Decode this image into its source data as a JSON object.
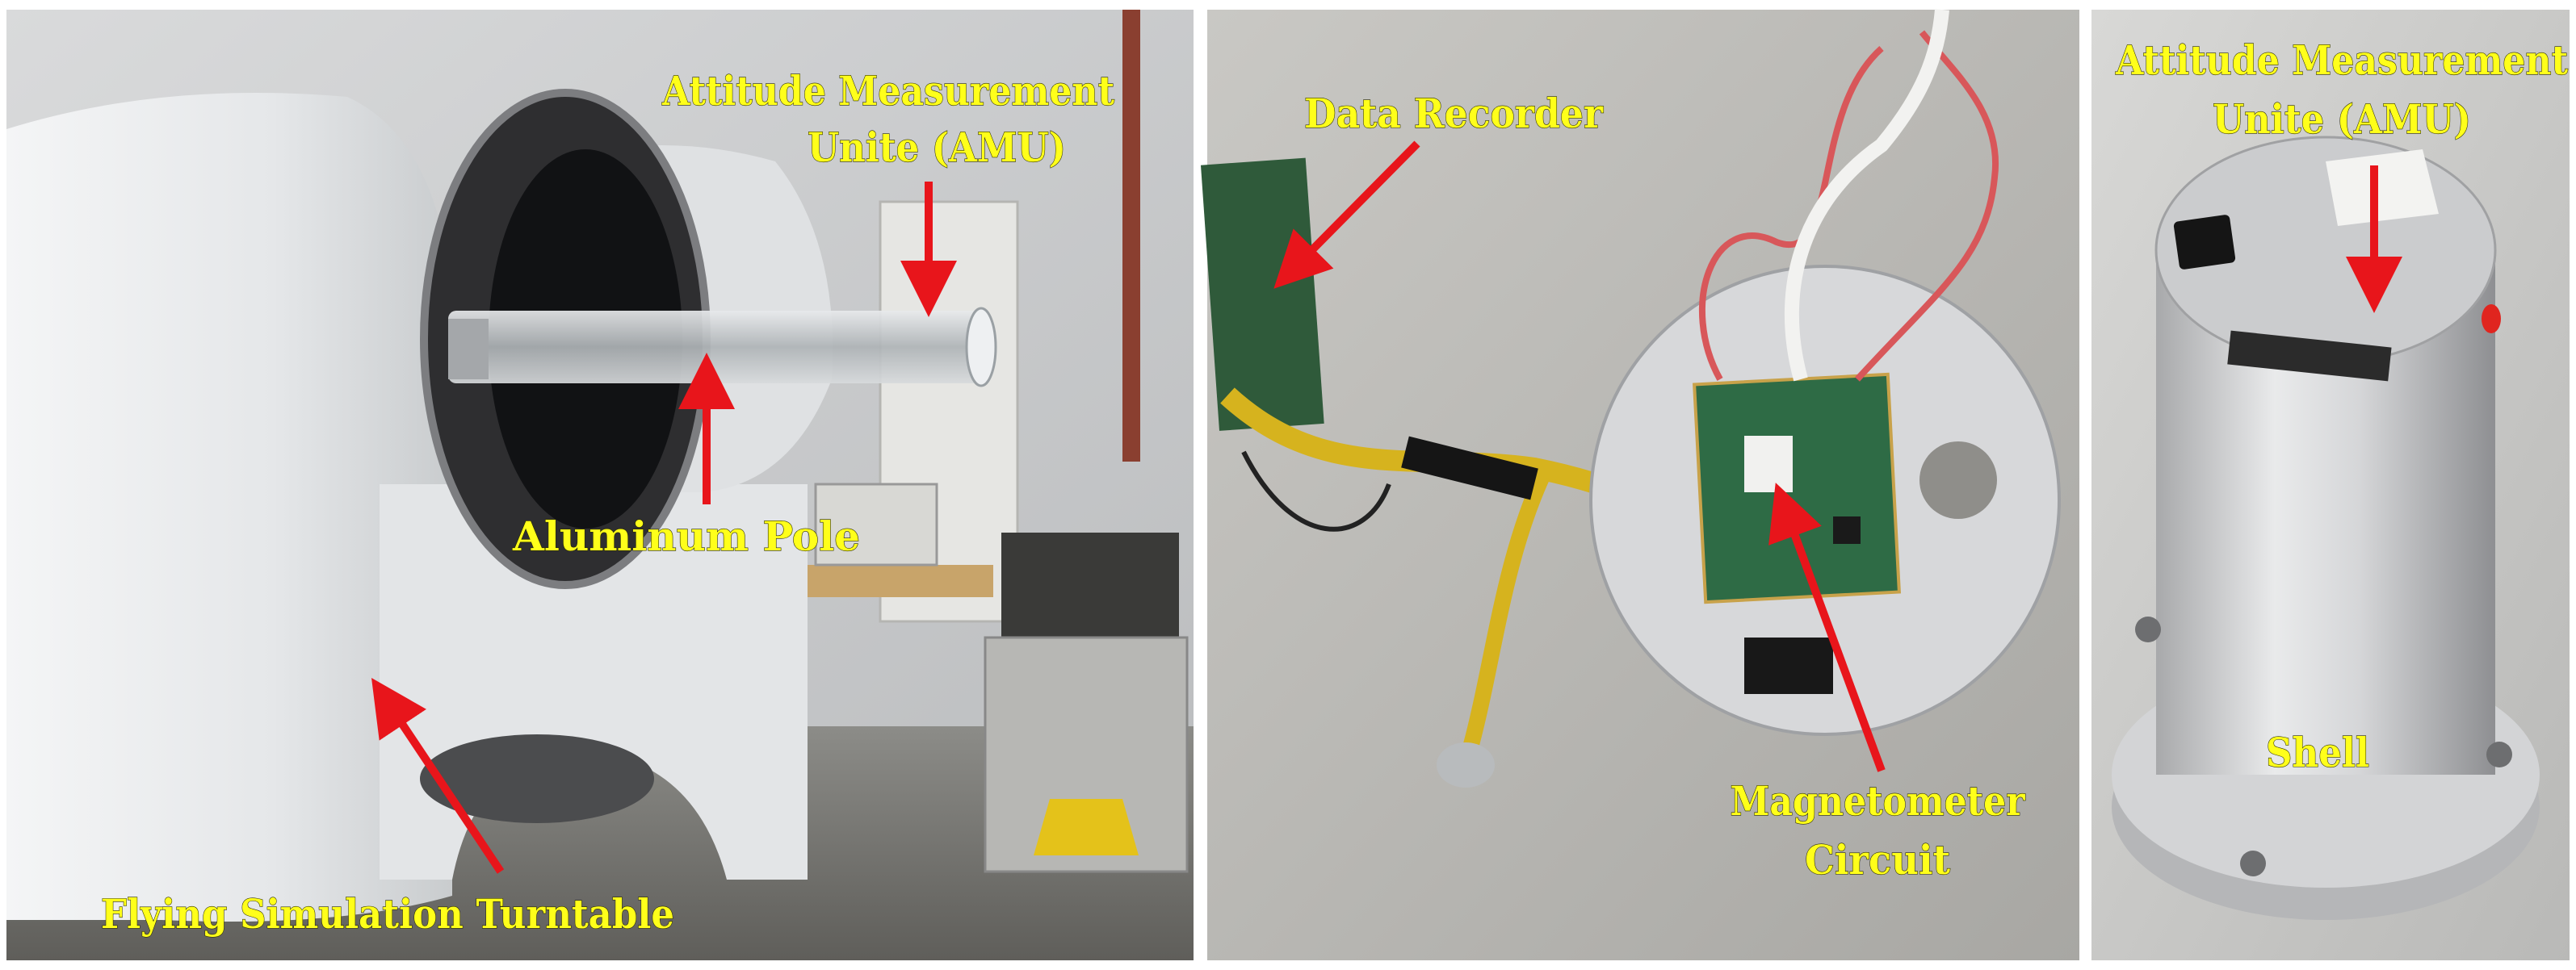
{
  "panels": {
    "left": {
      "labels": {
        "amu": "Attitude Measurement Unite (AMU)",
        "pole": "Aluminum Pole",
        "turntable": "Flying Simulation Turntable"
      }
    },
    "middle": {
      "labels": {
        "recorder": "Data Recorder",
        "circuit": "Magnetometer Circuit",
        "circuit_line1": "Magnetometer",
        "circuit_line2": "Circuit"
      }
    },
    "right": {
      "labels": {
        "amu_line1": "Attitude Measurement",
        "amu_line2": "Unite (AMU)",
        "shell": "Shell"
      }
    }
  },
  "colors": {
    "label_text": "#ffff1a",
    "arrow": "#e8151b",
    "background": "#ffffff"
  }
}
